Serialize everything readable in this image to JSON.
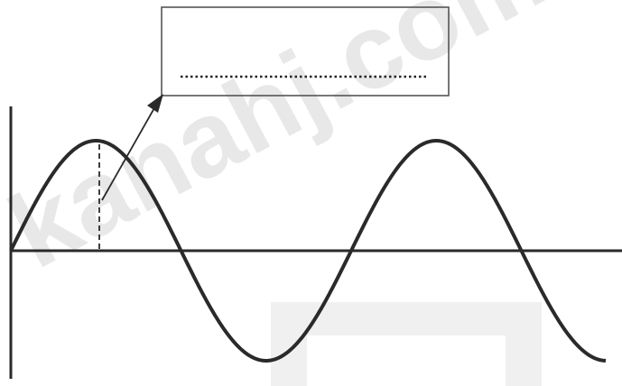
{
  "diagram": {
    "label_box": {
      "answer_blank": "........................................"
    },
    "wave": {
      "shape": "sine",
      "cycles_shown": 1.75
    },
    "watermark": {
      "text": "kanahj.com",
      "color": "#d9d9d9"
    },
    "colors": {
      "ink": "#2a2a2a",
      "box_border": "#555555",
      "background": "#ffffff"
    }
  }
}
